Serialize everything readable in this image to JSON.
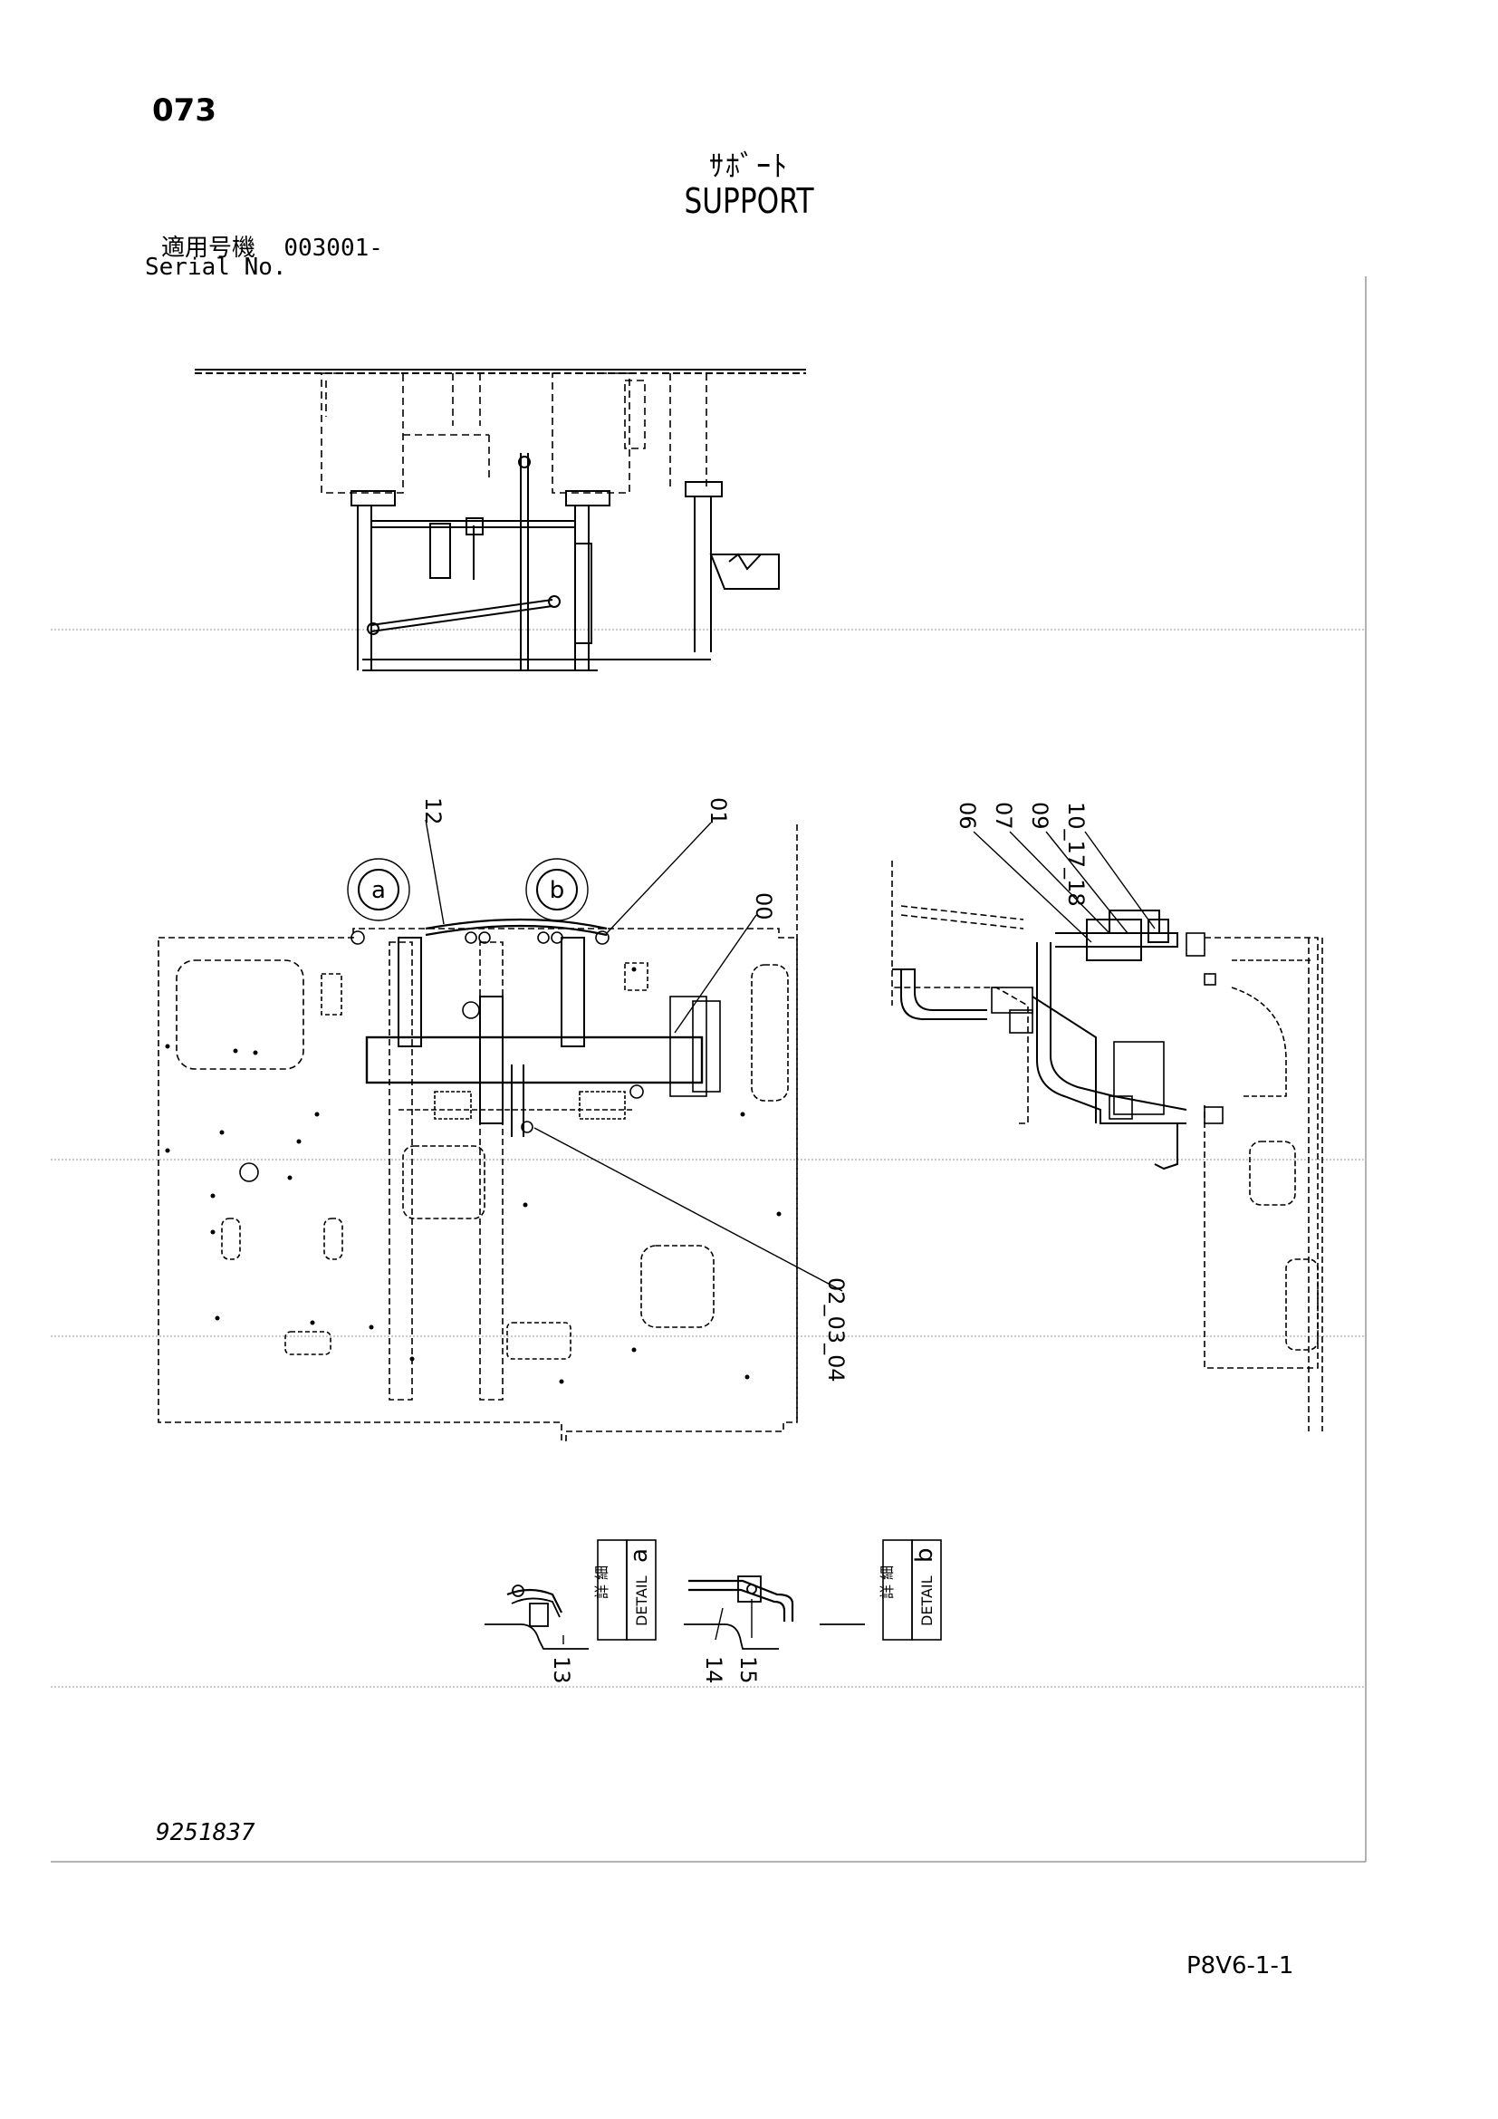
{
  "header": {
    "page_number": "073",
    "title_jp": "ｻﾎﾞｰﾄ",
    "title_en": "SUPPORT",
    "serial_label_jp": "適用号機",
    "serial_value": "003001-",
    "serial_label_en": "Serial No."
  },
  "callouts": {
    "c00": "00",
    "c01": "01",
    "c02_04": "02_03_04",
    "c06": "06",
    "c07": "07",
    "c09": "09",
    "c10_18": "10_17_18",
    "c12": "12",
    "c13": "13",
    "c14": "14",
    "c15": "15",
    "detail_a_letter": "a",
    "detail_b_letter": "b"
  },
  "details": {
    "a": {
      "kanji": "詳 細",
      "label": "DETAIL",
      "letter": "a"
    },
    "b": {
      "kanji": "詳 細",
      "label": "DETAIL",
      "letter": "b"
    }
  },
  "footer": {
    "drawing_number": "9251837",
    "page_code": "P8V6-1-1"
  }
}
